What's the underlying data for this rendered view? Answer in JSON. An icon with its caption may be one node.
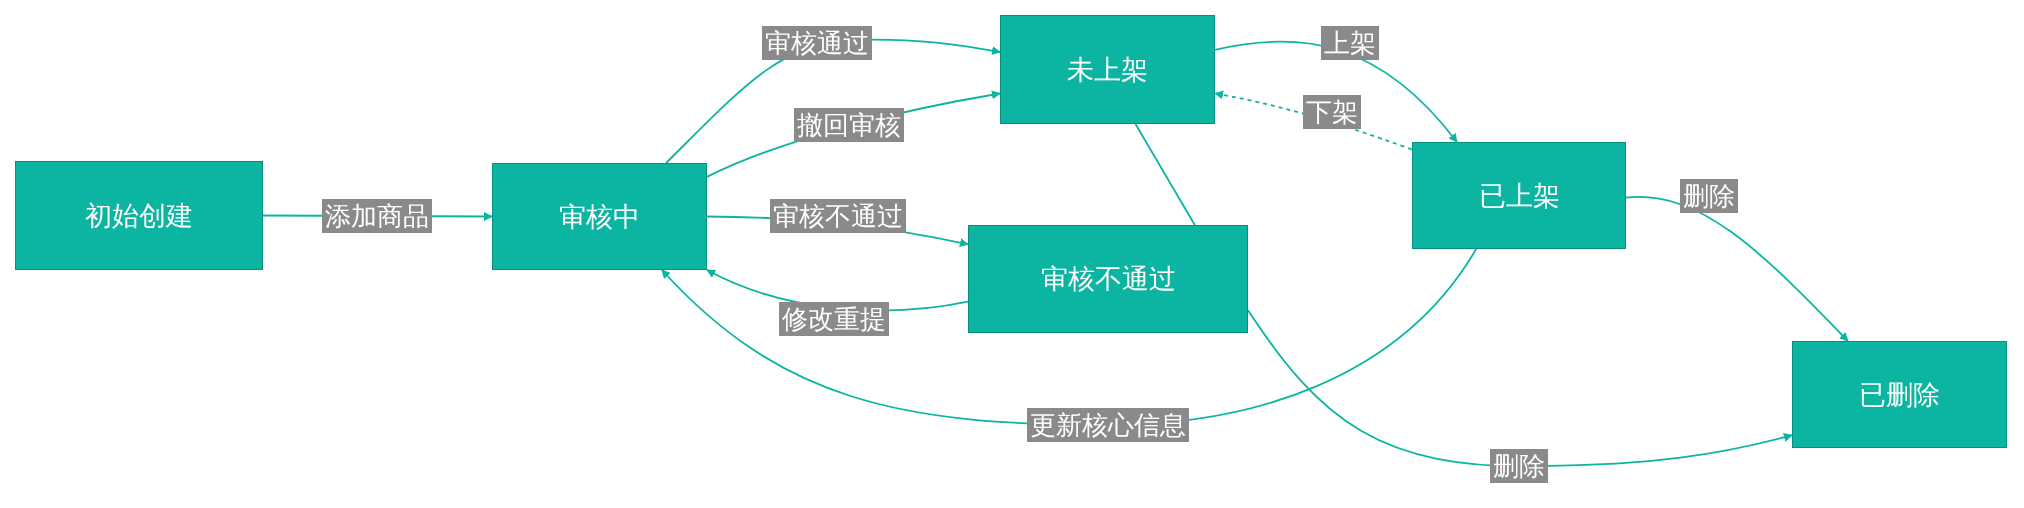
{
  "diagram": {
    "nodes": [
      {
        "text": [
          "初始创建"
        ]
      },
      {
        "text": [
          "审核中"
        ]
      },
      {
        "text": [
          "未上架"
        ]
      },
      {
        "text": [
          "审核不通过"
        ]
      },
      {
        "text": [
          "已上架"
        ]
      },
      {
        "text": [
          "已删除"
        ]
      }
    ],
    "edges": [
      {
        "from": 0,
        "to": 1,
        "arrow": "to",
        "label": "添加商品"
      },
      {
        "from": 1,
        "to": 2,
        "arrow": "to",
        "label": "审核通过"
      },
      {
        "from": 1,
        "to": 2,
        "arrow": "to",
        "label": "撤回审核"
      },
      {
        "from": 1,
        "to": 3,
        "arrow": "to",
        "label": "审核不通过"
      },
      {
        "from": 3,
        "to": 1,
        "arrow": "to",
        "label": "修改重提"
      },
      {
        "from": 2,
        "to": 4,
        "arrow": "to",
        "label": "上架"
      },
      {
        "from": 4,
        "to": 2,
        "arrow": "to",
        "label": "下架",
        "style": "dashed"
      },
      {
        "from": 4,
        "to": 5,
        "arrow": "to",
        "label": "删除"
      },
      {
        "from": 3,
        "to": 5,
        "arrow": "to",
        "label": "删除"
      },
      {
        "from": 4,
        "to": 1,
        "arrow": "to",
        "label": "更新核心信息"
      },
      {
        "from": 2,
        "to": 3,
        "arrow": "none"
      }
    ]
  }
}
